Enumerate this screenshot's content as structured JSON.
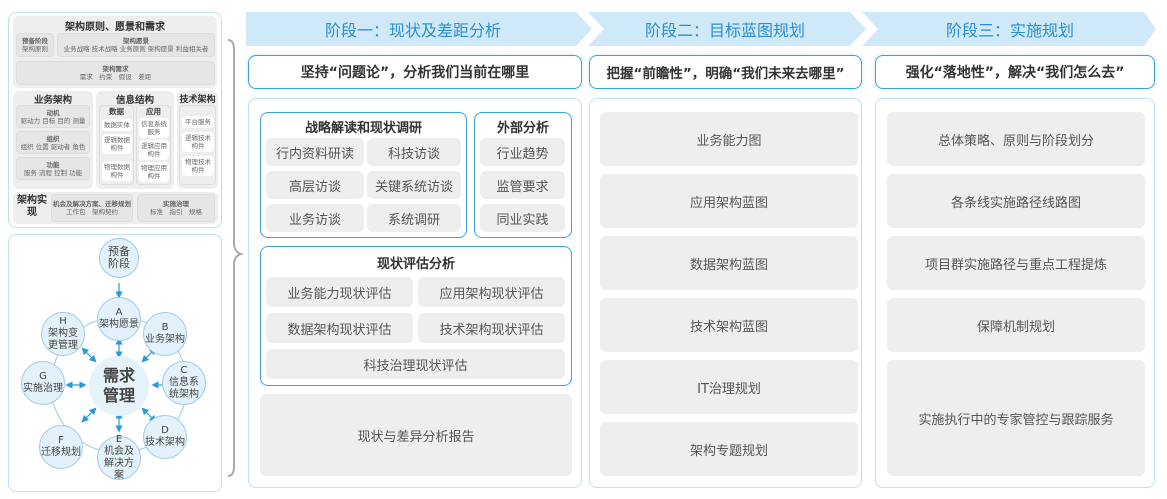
{
  "left_top": {
    "title": "架构原则、愿景和需求",
    "prep": {
      "title": "预备阶段",
      "sub": "架构原则"
    },
    "vision": {
      "title": "架构愿景",
      "sub": "业务战略 技术战略 业务原则 架构愿景 利益相关者"
    },
    "req": {
      "title": "架构需求",
      "sub": "需求　约束　假设　差距"
    },
    "biz": {
      "title": "业务架构",
      "items": [
        {
          "title": "动机",
          "sub": "驱动力 目标 目的 测量"
        },
        {
          "title": "组织",
          "sub": "组织 位置 驱动者 角色"
        },
        {
          "title": "功能",
          "sub": "服务 流程 控制 功能"
        }
      ]
    },
    "info": {
      "title": "信息结构",
      "data": {
        "title": "数据",
        "items": [
          "数据实体",
          "逻辑数据构件",
          "物理数据构件"
        ]
      },
      "app": {
        "title": "应用",
        "items": [
          "信息系统服务",
          "逻辑应用构件",
          "物理应用构件"
        ]
      }
    },
    "tech": {
      "title": "技术架构",
      "items": [
        "平台服务",
        "逻辑技术构件",
        "物理技术构件"
      ]
    },
    "impl": {
      "title": "架构实现",
      "opp": {
        "title": "机会及解决方案、迁移规划",
        "sub": "工作包　架构契约"
      },
      "gov": {
        "title": "实施治理",
        "sub": "标准　指引　规格"
      }
    }
  },
  "cycle": {
    "center": "需求管理",
    "prep": "预备阶段",
    "nodes": [
      {
        "letter": "A",
        "label": "架构愿景"
      },
      {
        "letter": "B",
        "label": "业务架构"
      },
      {
        "letter": "C",
        "label": "信息系统架构"
      },
      {
        "letter": "D",
        "label": "技术架构"
      },
      {
        "letter": "E",
        "label": "机会及解决方案"
      },
      {
        "letter": "F",
        "label": "迁移规划"
      },
      {
        "letter": "G",
        "label": "实施治理"
      },
      {
        "letter": "H",
        "label": "架构变更管理"
      }
    ]
  },
  "stages": [
    {
      "title": "阶段一：现状及差距分析",
      "slogan": "坚持“问题论”，分析我们当前在哪里"
    },
    {
      "title": "阶段二：目标蓝图规划",
      "slogan": "把握“前瞻性”，明确“我们未来去哪里”"
    },
    {
      "title": "阶段三：实施规划",
      "slogan": "强化“落地性”，解决“我们怎么去”"
    }
  ],
  "stage1": {
    "strategy": {
      "title": "战略解读和现状调研",
      "items": [
        "行内资料研读",
        "科技访谈",
        "高层访谈",
        "关键系统访谈",
        "业务访谈",
        "系统调研"
      ]
    },
    "external": {
      "title": "外部分析",
      "items": [
        "行业趋势",
        "监管要求",
        "同业实践"
      ]
    },
    "assess": {
      "title": "现状评估分析",
      "items": [
        "业务能力现状评估",
        "应用架构现状评估",
        "数据架构现状评估",
        "技术架构现状评估",
        "科技治理现状评估"
      ]
    },
    "report": "现状与差异分析报告"
  },
  "stage2": {
    "items": [
      "业务能力图",
      "应用架构蓝图",
      "数据架构蓝图",
      "技术架构蓝图",
      "IT治理规划",
      "架构专题规划"
    ]
  },
  "stage3": {
    "items": [
      "总体策略、原则与阶段划分",
      "各条线实施路径线路图",
      "项目群实施路径与重点工程提炼",
      "保障机制规划",
      "实施执行中的专家管控与跟踪服务"
    ]
  },
  "colors": {
    "accent": "#3aa3d6",
    "header_bg": "#cfe9f8",
    "header_text": "#2a8fd0",
    "box_gray": "#eeeeee"
  }
}
